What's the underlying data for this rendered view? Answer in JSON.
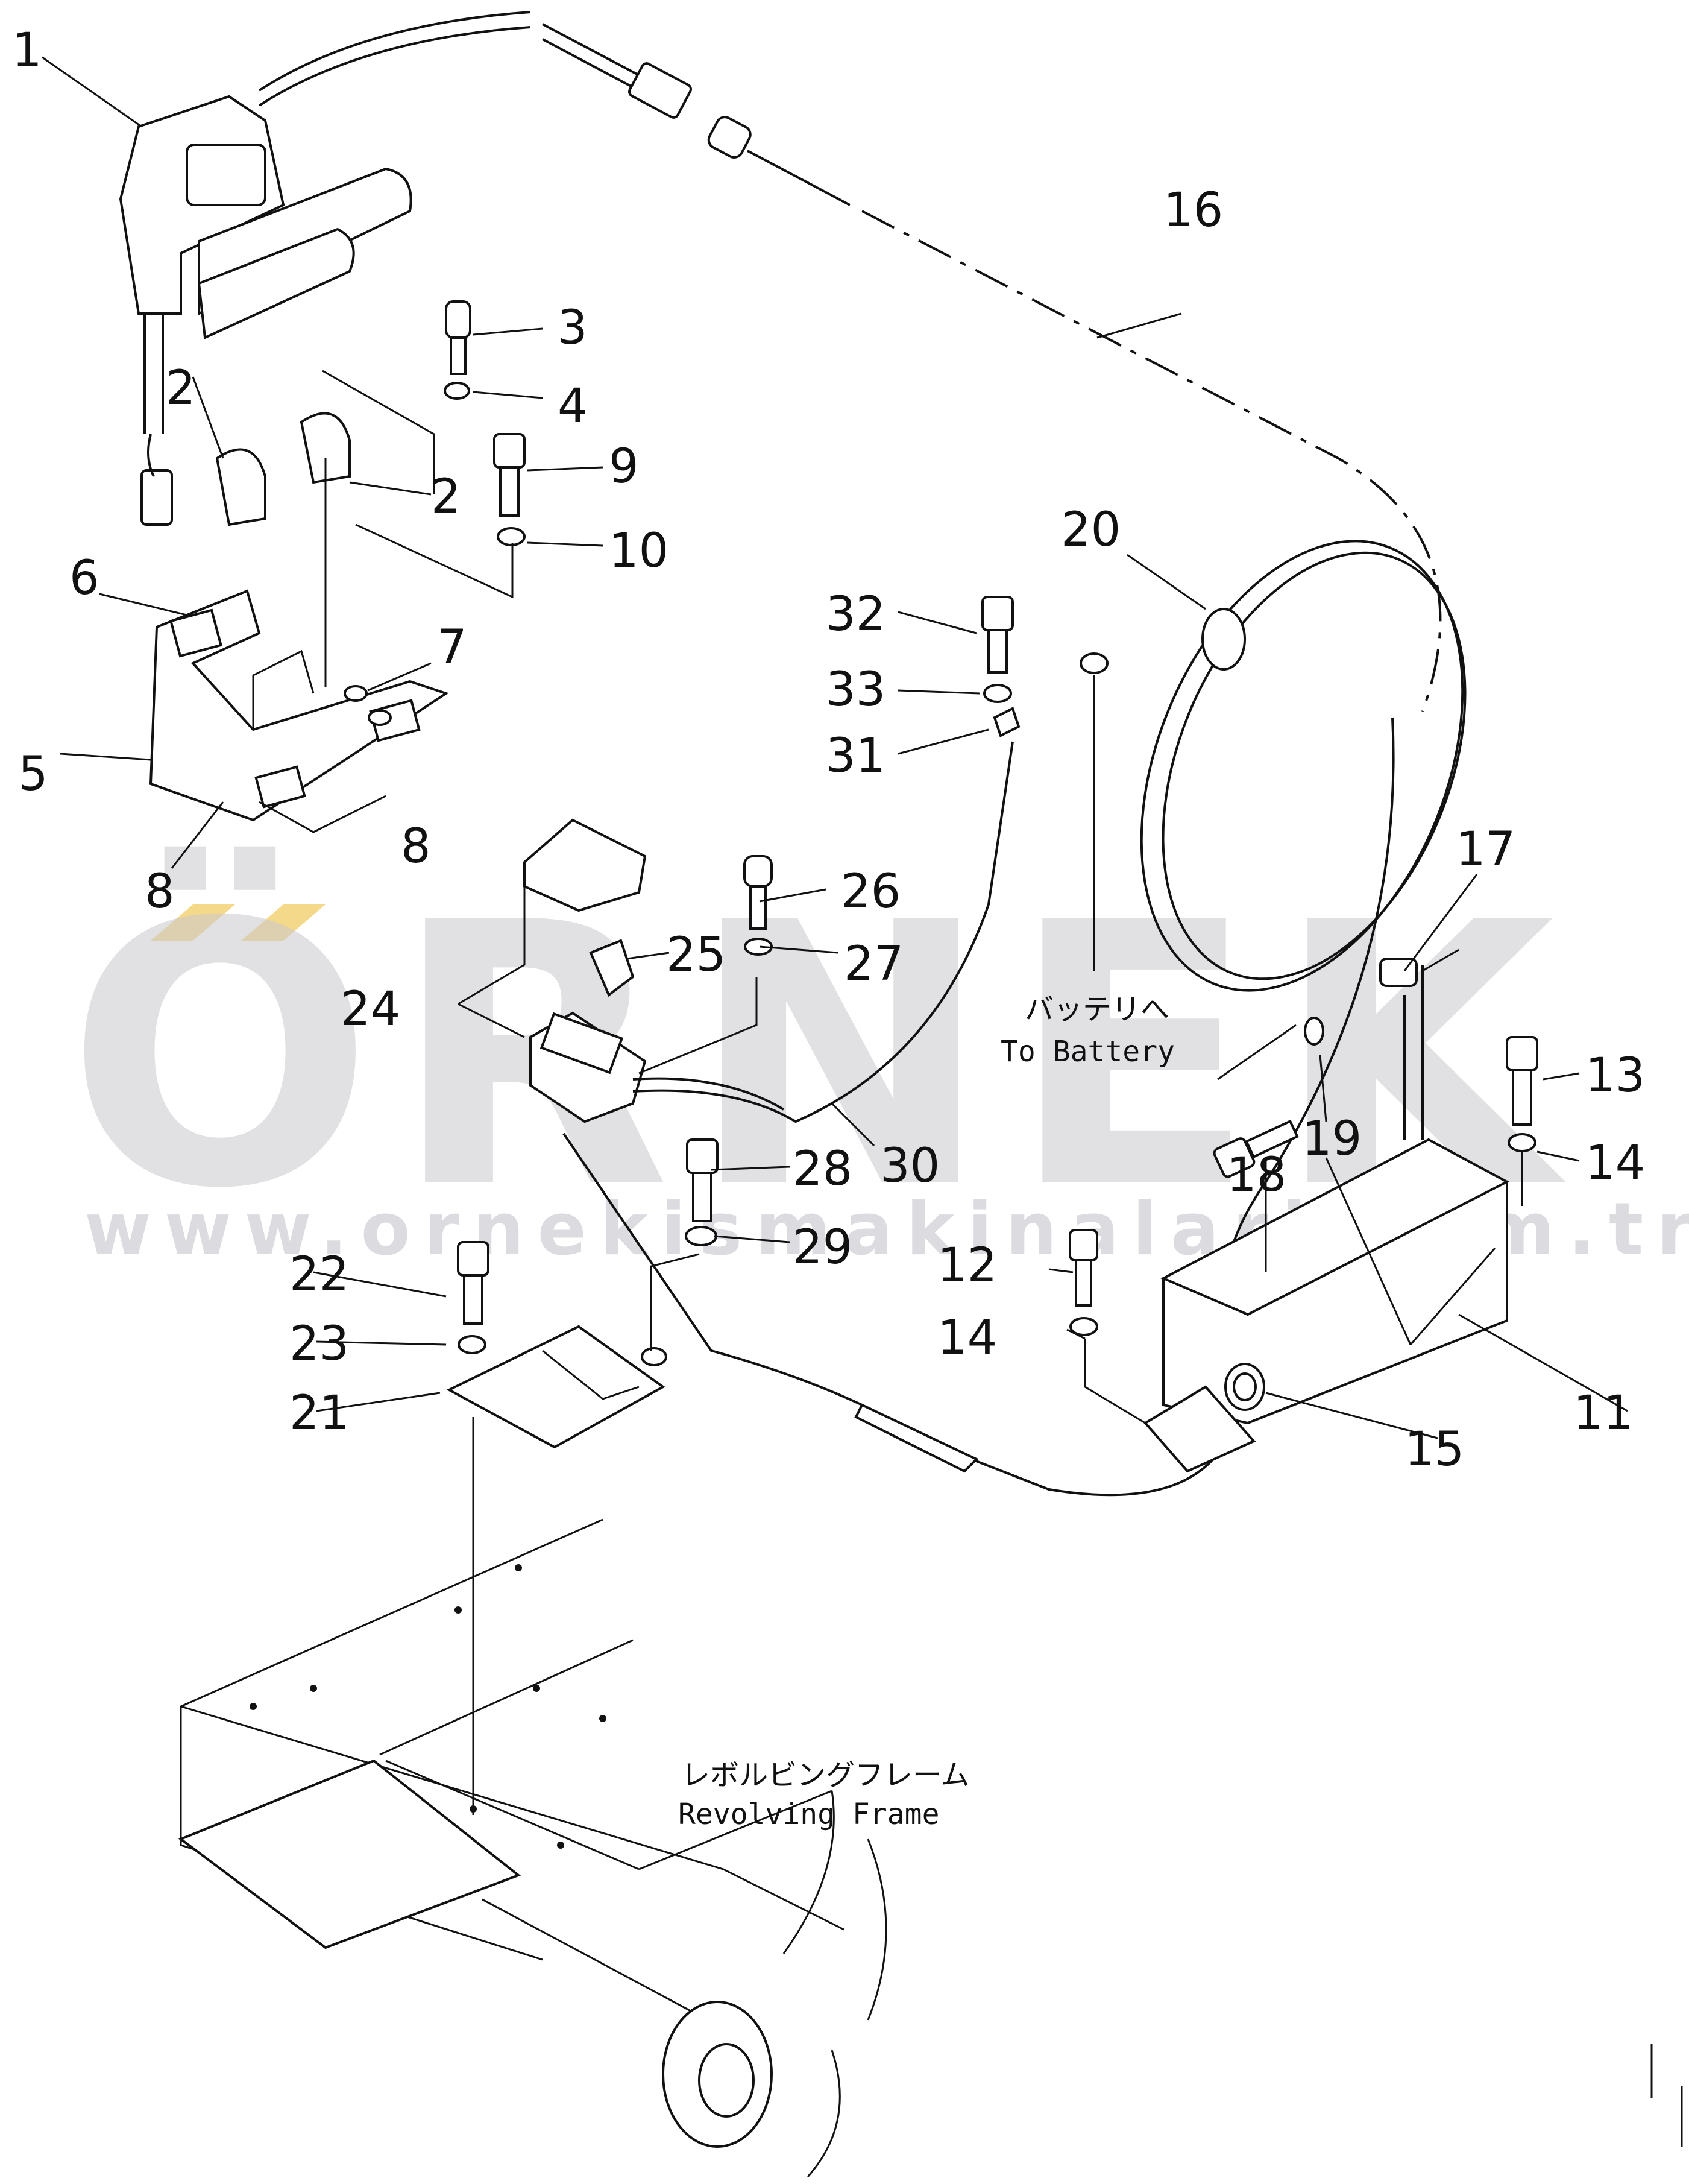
{
  "watermark": {
    "brand": "ÖRNEK",
    "url": "www.ornekismakinalari.com.tr",
    "accent_color": "#f5d98a",
    "gray_color": "#c9c9cf"
  },
  "notes": {
    "to_battery_jp": "バッテリへ",
    "to_battery_en": "To Battery",
    "revolving_frame_jp": "レボルビングフレーム",
    "revolving_frame_en": "Revolving Frame"
  },
  "callouts": {
    "c1": "1",
    "c2a": "2",
    "c2b": "2",
    "c3": "3",
    "c4": "4",
    "c5": "5",
    "c6": "6",
    "c7": "7",
    "c8a": "8",
    "c8b": "8",
    "c9": "9",
    "c10": "10",
    "c11": "11",
    "c12": "12",
    "c13": "13",
    "c14a": "14",
    "c14b": "14",
    "c15": "15",
    "c16": "16",
    "c17": "17",
    "c18": "18",
    "c19": "19",
    "c20": "20",
    "c21": "21",
    "c22": "22",
    "c23": "23",
    "c24": "24",
    "c25": "25",
    "c26": "26",
    "c27": "27",
    "c28": "28",
    "c29": "29",
    "c30": "30",
    "c31": "31",
    "c32": "32",
    "c33": "33"
  }
}
